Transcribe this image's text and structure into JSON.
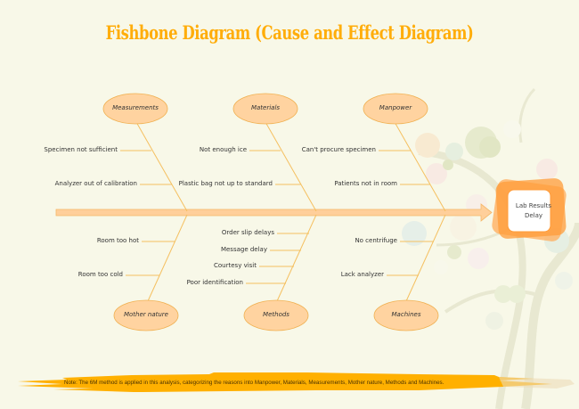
{
  "title": "Fishbone Diagram (Cause and Effect Diagram)",
  "effect": {
    "line1": "Lab Results",
    "line2": "Delay"
  },
  "categories": {
    "measurements": {
      "label": "Measurements",
      "causes": [
        "Specimen not sufficient",
        "Analyzer out of calibration"
      ]
    },
    "materials": {
      "label": "Materials",
      "causes": [
        "Not enough ice",
        "Plastic bag not up to standard"
      ]
    },
    "manpower": {
      "label": "Manpower",
      "causes": [
        "Can't procure specimen",
        "Patients not in room"
      ]
    },
    "mother_nature": {
      "label": "Mother nature",
      "causes": [
        "Room too hot",
        "Room too cold"
      ]
    },
    "methods": {
      "label": "Methods",
      "causes": [
        "Order slip delays",
        "Message delay",
        "Courtesy visit",
        "Poor identification"
      ]
    },
    "machines": {
      "label": "Machines",
      "causes": [
        "No centrifuge",
        "Lack analyzer"
      ]
    }
  },
  "note": "Note: The 6M method is applied in this analysis, categorizing the reasons into Manpower, Materials, Measurements, Mother nature, Methods and Machines.",
  "colors": {
    "title": "#ffad0a",
    "ellipse_fill": "#ffd3a0",
    "ellipse_stroke": "#f0b050",
    "bone": "#f5c060",
    "spine_fill": "#ffcf9a",
    "effect_box": "#ff9c3a",
    "banner": "#ffb000",
    "background": "#f8f8e8"
  }
}
